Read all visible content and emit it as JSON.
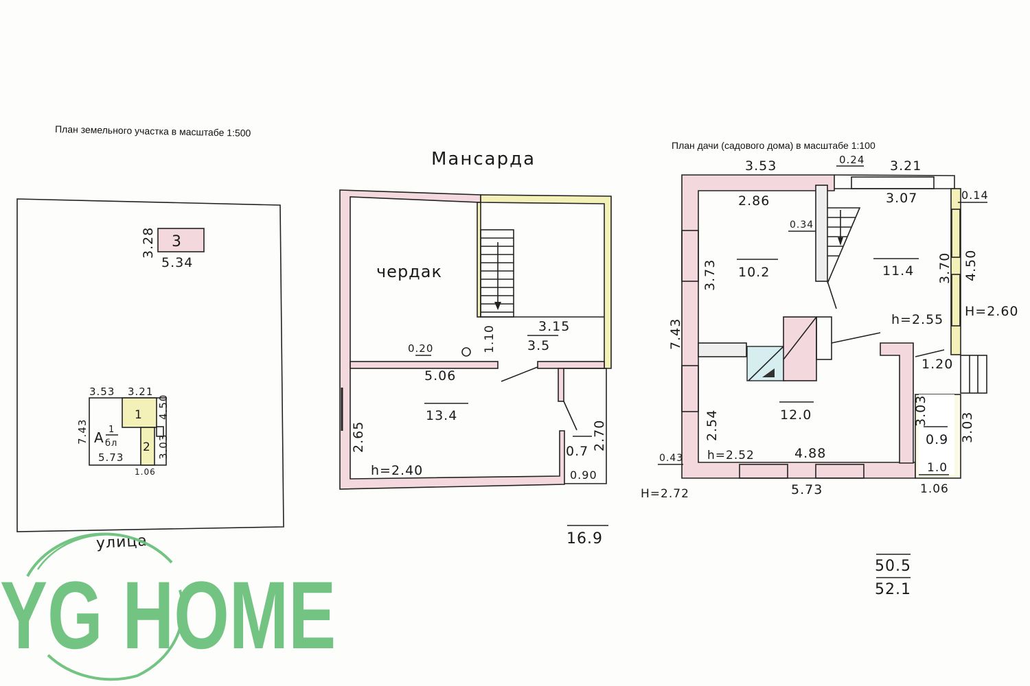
{
  "site_plan": {
    "title": "План земельного участка в масштабе 1:500",
    "shed_label": "3",
    "shed_height": "3.28",
    "shed_width": "5.34",
    "house": {
      "top_left": "3.53",
      "top_right": "3.21",
      "right_upper": "4.50",
      "left": "7.43",
      "letter": "А",
      "frac_top": "1",
      "frac_bottom": "бл",
      "bottom": "5.73",
      "room1": "1",
      "room2": "2",
      "right_lower": "3.03",
      "bottom_right": "1.06"
    },
    "street": "улица"
  },
  "attic": {
    "title": "Мансарда",
    "room_label": "чердак",
    "dims": {
      "d020": "0.20",
      "d506": "5.06",
      "d110": "1.10",
      "d315": "3.15",
      "a35": "3.5",
      "a134": "13.4",
      "d265": "2.65",
      "h240": "h=2.40",
      "a07": "0.7",
      "d270": "2.70",
      "d090": "0.90"
    },
    "total": "16.9"
  },
  "house_plan": {
    "title": "План дачи (садового дома) в масштабе 1:100",
    "dims": {
      "d353": "3.53",
      "d024": "0.24",
      "d321": "3.21",
      "d286": "2.86",
      "d307": "3.07",
      "d014": "0.14",
      "d034": "0.34",
      "a102": "10.2",
      "a114": "11.4",
      "d373": "3.73",
      "d370": "3.70",
      "d450": "4.50",
      "H260": "H=2.60",
      "h255": "h=2.55",
      "d743": "7.43",
      "d120": "1.20",
      "a120": "12.0",
      "d303a": "3.03",
      "a09": "0.9",
      "d303b": "3.03",
      "d254": "2.54",
      "d043": "0.43",
      "h252": "h=2.52",
      "d488": "4.88",
      "d10": "1.0",
      "d573": "5.73",
      "d106": "1.06",
      "H272": "H=2.72"
    },
    "total_top": "50.5",
    "total_bottom": "52.1"
  },
  "watermark": "YG HOME",
  "colors": {
    "wall_pink": "#f3d9de",
    "wall_yellow": "#f4f1b8",
    "chimney_blue": "#d7eef0",
    "watermark_green": "#6cc17d"
  }
}
